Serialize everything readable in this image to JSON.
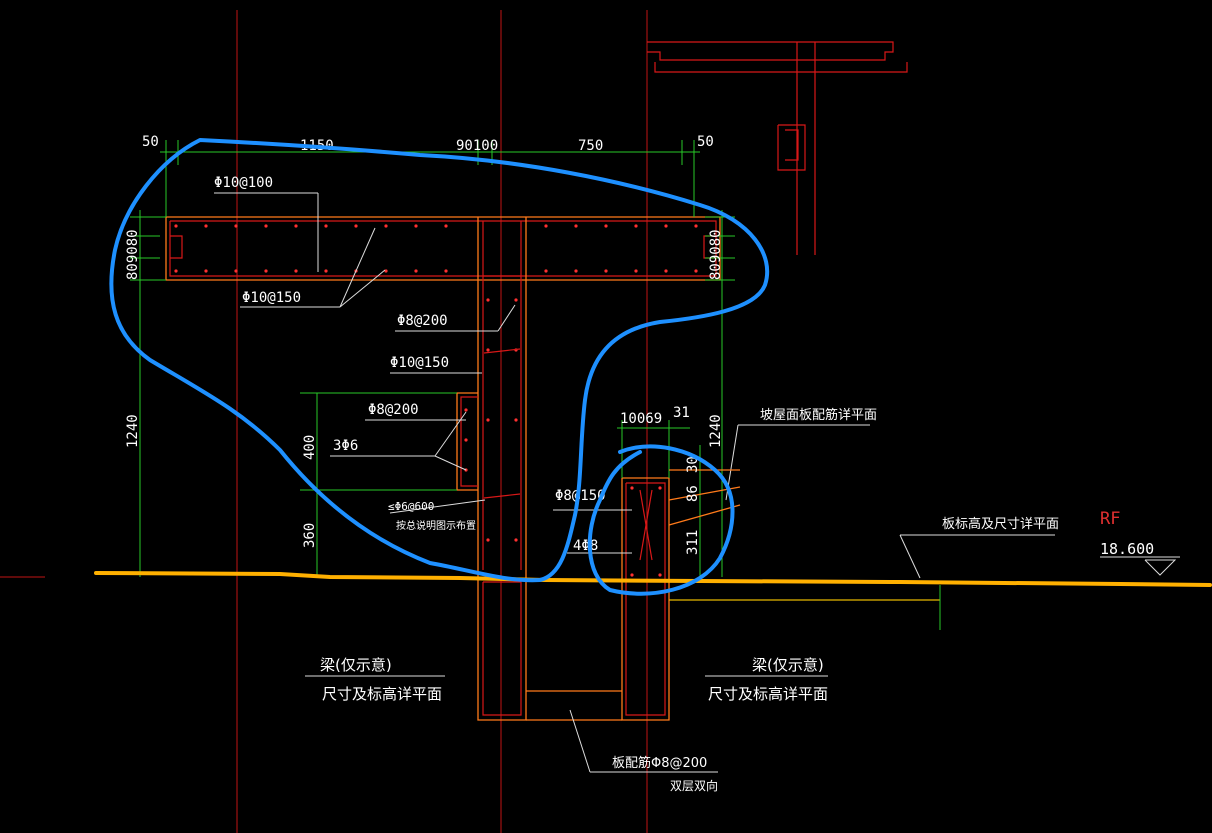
{
  "dimensions": {
    "top_left_50": "50",
    "top_1150": "1150",
    "top_90100": "90100",
    "top_750": "750",
    "top_right_50": "50",
    "left_809080": "809080",
    "right_809080": "809080",
    "left_1240": "1240",
    "left_400": "400",
    "left_360": "360",
    "right_1240": "1240",
    "small_10069": "10069",
    "small_31": "31",
    "small_30": "30",
    "small_86": "86",
    "small_311": "311"
  },
  "rebar_labels": {
    "top_slab": "Φ10@100",
    "slab_bottom": "Φ10@150",
    "web_stirrup": "Φ8@200",
    "web_long": "Φ10@150",
    "block_stirrup": "Φ8@200",
    "block_bars": "3Φ6",
    "tie_bars": "≤Φ6@600",
    "tie_note": "按总说明图示布置",
    "small_stirrup": "Φ8@150",
    "small_bars": "4Φ8"
  },
  "notes": {
    "roof_detail": "坡屋面板配筋详平面",
    "slab_elev": "板标高及尺寸详平面",
    "level_name": "RF",
    "level_value": "18.600",
    "beam_left_1": "梁(仅示意)",
    "beam_left_2": "尺寸及标高详平面",
    "beam_right_1": "梁(仅示意)",
    "beam_right_2": "尺寸及标高详平面",
    "slab_rebar": "板配筋Φ8@200",
    "slab_rebar_2": "双层双向"
  }
}
